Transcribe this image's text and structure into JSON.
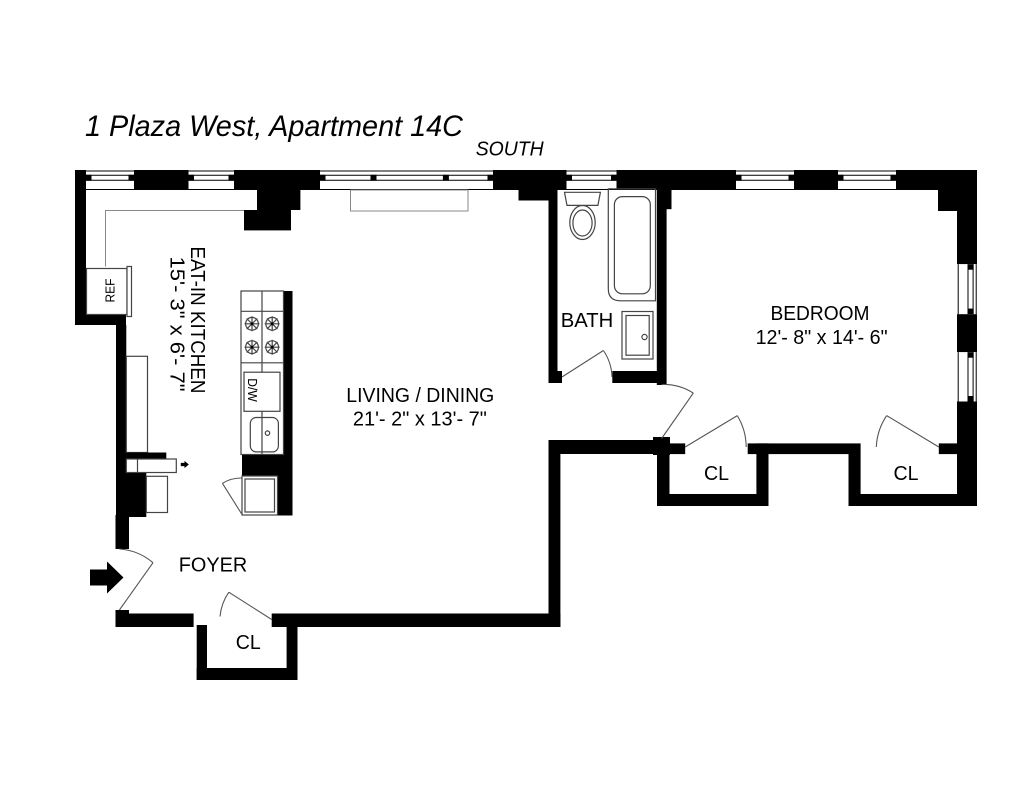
{
  "title": "1 Plaza West, Apartment 14C",
  "compass_label": "SOUTH",
  "rooms": {
    "kitchen": {
      "name": "EAT-IN KITCHEN",
      "dims": "15'- 3\" x 6'- 7\""
    },
    "living": {
      "name": "LIVING / DINING",
      "dims": "21'- 2\" x 13'- 7\""
    },
    "bedroom": {
      "name": "BEDROOM",
      "dims": "12'- 8\" x 14'- 6\""
    },
    "bath": {
      "name": "BATH"
    },
    "foyer": {
      "name": "FOYER"
    },
    "closet_foyer": {
      "name": "CL"
    },
    "closet_bedroom_left": {
      "name": "CL"
    },
    "closet_bedroom_right": {
      "name": "CL"
    }
  },
  "appliances": {
    "refrigerator": "REF",
    "dishwasher": "D/W"
  },
  "icons": {
    "entry_arrow": "right-arrow-entry-marker",
    "kitchen_pass_arrow": "small-right-arrow-marker"
  },
  "colors": {
    "walls": "#000000",
    "background": "#ffffff",
    "fixture_outline": "#444444",
    "door_swing": "#555555"
  }
}
